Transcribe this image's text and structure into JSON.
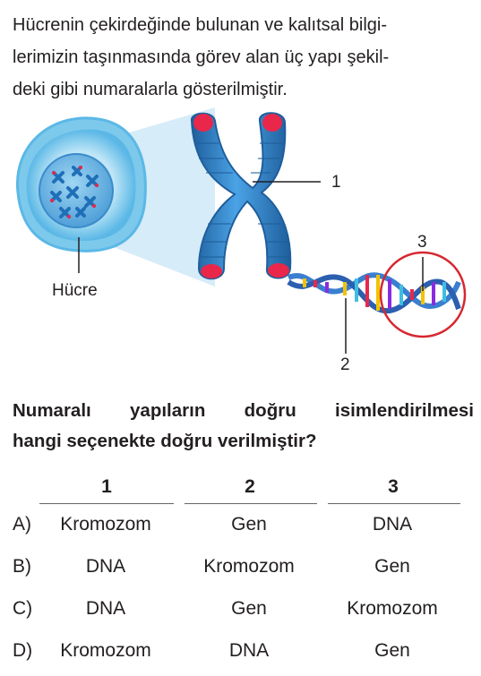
{
  "intro": {
    "lines": [
      "Hücrenin çekirdeğinde bulunan ve kalıtsal bilgi-",
      "lerimizin taşınmasında görev alan üç yapı şekil-",
      "deki gibi numaralarla gösterilmiştir."
    ]
  },
  "figure": {
    "cell_label": "Hücre",
    "label_1": "1",
    "label_2": "2",
    "label_3": "3",
    "colors": {
      "cell_outer": "#6fc3e8",
      "cell_inner": "#a9dcf3",
      "nucleus": "#2e7fc2",
      "chromosome": "#3a8fd4",
      "chromosome_dark": "#1f5e9c",
      "telomere": "#e8274b",
      "circle": "#d6282f"
    }
  },
  "question": {
    "lines": [
      "Numaralı yapıların doğru isimlendirilmesi",
      "hangi seçenekte doğru verilmiştir?"
    ]
  },
  "table": {
    "headers": [
      "1",
      "2",
      "3"
    ],
    "options": [
      {
        "letter": "A)",
        "values": [
          "Kromozom",
          "Gen",
          "DNA"
        ]
      },
      {
        "letter": "B)",
        "values": [
          "DNA",
          "Kromozom",
          "Gen"
        ]
      },
      {
        "letter": "C)",
        "values": [
          "DNA",
          "Gen",
          "Kromozom"
        ]
      },
      {
        "letter": "D)",
        "values": [
          "Kromozom",
          "DNA",
          "Gen"
        ]
      }
    ]
  }
}
